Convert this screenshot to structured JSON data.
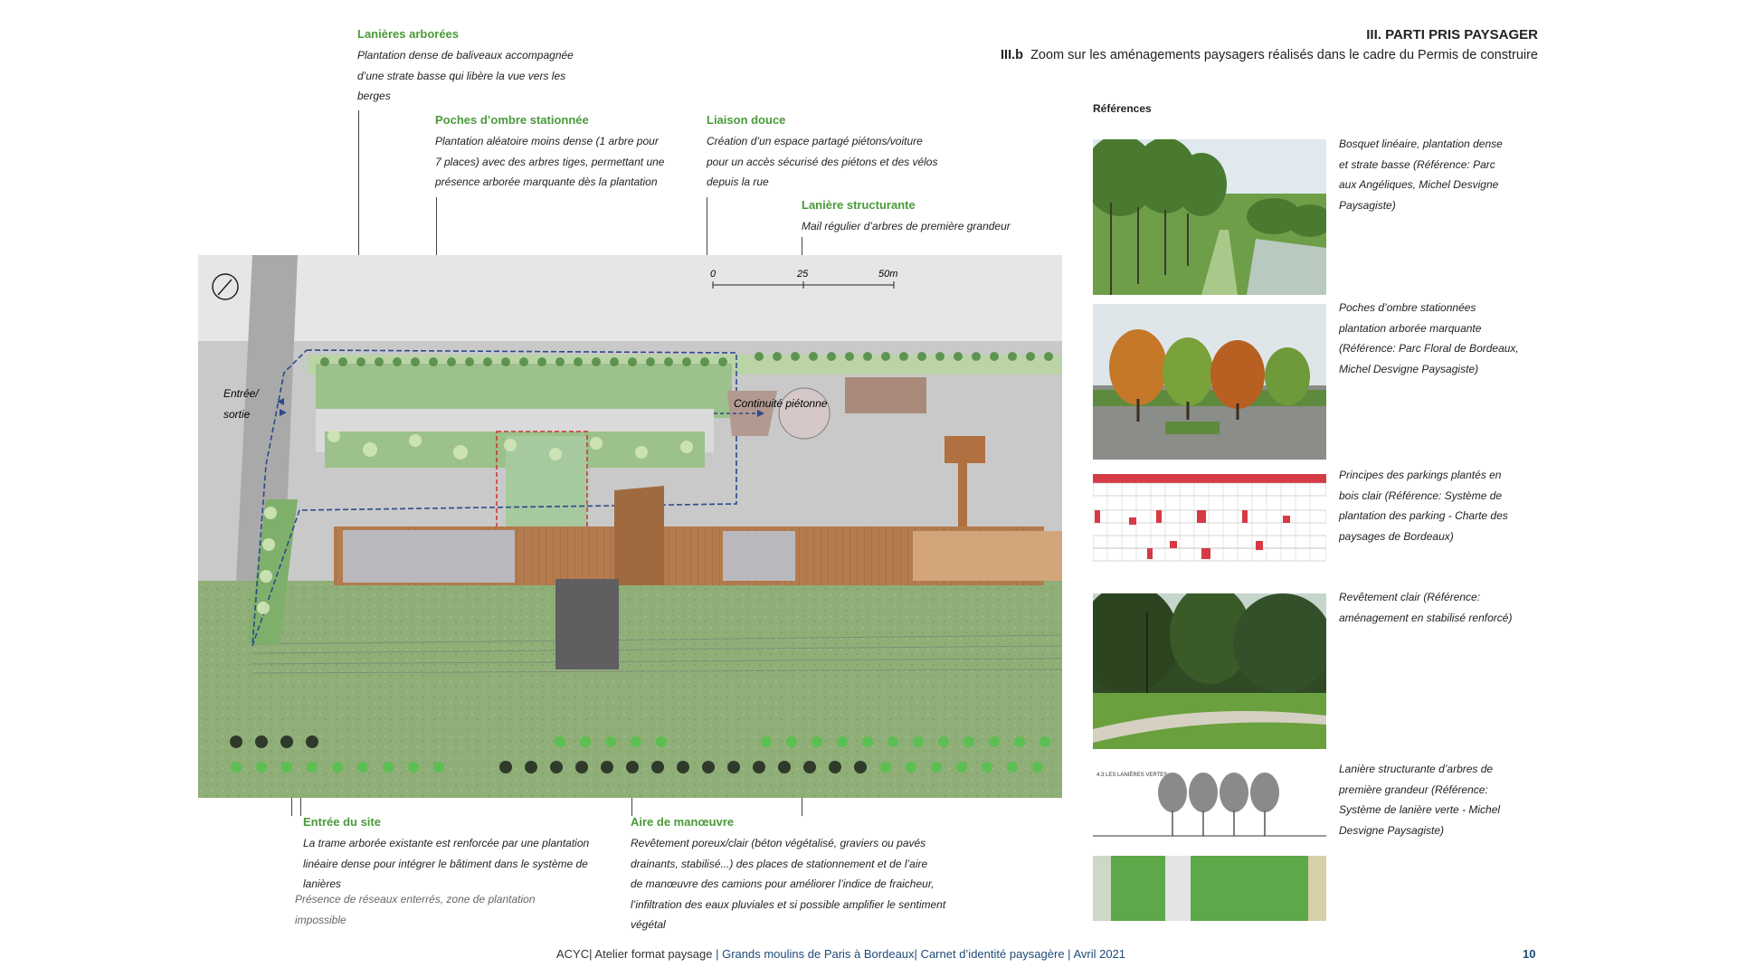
{
  "header": {
    "section": "III. PARTI PRIS PAYSAGER",
    "subsection_num": "III.b",
    "subsection_text": "Zoom sur les aménagements paysagers réalisés dans le cadre du Permis de construire"
  },
  "annotations": {
    "lanieres_arborees": {
      "title": "Lanières arborées",
      "lines": [
        "Plantation dense de baliveaux accompagnée",
        "d’une strate basse qui libère la vue vers les",
        "berges"
      ]
    },
    "poches_ombre": {
      "title": "Poches d’ombre stationnée",
      "lines": [
        "Plantation aléatoire moins dense (1 arbre pour",
        "7 places) avec des arbres tiges, permettant une",
        "présence arborée marquante dès la plantation"
      ]
    },
    "liaison_douce": {
      "title": "Liaison douce",
      "lines": [
        "Création d’un espace partagé piétons/voiture",
        "pour un accès sécurisé des piétons et des vélos",
        "depuis la rue"
      ]
    },
    "laniere_structurante": {
      "title": "Lanière structurante",
      "lines": [
        "Mail régulier d’arbres de première grandeur"
      ]
    },
    "entree_site": {
      "title": "Entrée du site",
      "lines": [
        "La trame arborée existante est renforcée par une plantation",
        "linéaire dense pour intégrer le bâtiment dans le système de",
        "lanières"
      ],
      "note_lines": [
        "Présence de réseaux enterrés, zone de plantation",
        "impossible"
      ]
    },
    "aire_manoeuvre": {
      "title": "Aire de manœuvre",
      "lines": [
        "Revêtement poreux/clair (béton végétalisé, graviers ou pavés",
        "drainants, stabilisé...) des places de stationnement et de l’aire",
        "de manœuvre des camions pour améliorer l’indice de fraicheur,",
        "l’infiltration des eaux pluviales et si possible amplifier le sentiment",
        "végétal"
      ]
    }
  },
  "plan": {
    "scale_labels": [
      "0",
      "25",
      "50m"
    ],
    "entree_label_1": "Entrée/",
    "entree_label_2": "sortie",
    "continuite_label": "Continuité piétonne"
  },
  "references": {
    "title": "Références",
    "items": [
      {
        "caption_lines": [
          "Bosquet linéaire, plantation dense",
          "et strate basse (Référence: Parc",
          "aux Angéliques, Michel Desvigne",
          "Paysagiste)"
        ]
      },
      {
        "caption_lines": [
          "Poches d’ombre stationnées",
          "plantation arborée marquante",
          "(Référence: Parc Floral de Bordeaux,",
          "Michel Desvigne Paysagiste)"
        ]
      },
      {
        "caption_lines": [
          "Principes des parkings plantés en",
          "bois clair (Référence:  Système de",
          "plantation des parking - Charte des",
          "paysages de Bordeaux)"
        ]
      },
      {
        "caption_lines": [
          "Revêtement clair (Référence:",
          "aménagement en stabilisé renforcé)"
        ]
      },
      {
        "caption_lines": [
          "Lanière structurante d’arbres de",
          "première grandeur (Référence:",
          "Système de lanière verte - Michel",
          "Desvigne Paysagiste)"
        ]
      }
    ],
    "section_label": "4.3 LES LANIÈRES VERTES"
  },
  "footer": {
    "org": "ACYC",
    "atelier": "Atelier format paysage",
    "project": "Grands moulins de Paris à Bordeaux",
    "doc": "Carnet d’identité paysagère",
    "date": "Avril 2021",
    "page": "10"
  },
  "colors": {
    "annotation_green": "#4a9a3a",
    "footer_blue": "#1e4a78",
    "boundary_blue": "#2d4a8a",
    "zone_red": "#d03030"
  }
}
